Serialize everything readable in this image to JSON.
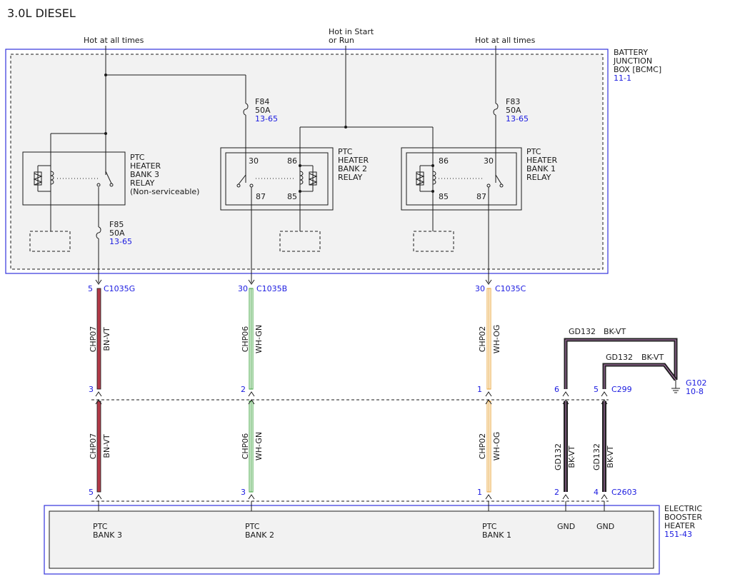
{
  "title": "3.0L DIESEL",
  "colors": {
    "frame": "#3333dd",
    "blue_text": "#1a1ae0",
    "box_fill": "#f2f2f2",
    "bn_vt": "#b23a48",
    "wh_gn": "#3aa13a",
    "wh_og": "#e8a030",
    "bk_vt": "#222222"
  },
  "power": {
    "left": "Hot at all times",
    "mid_line1": "Hot in Start",
    "mid_line2": "or Run",
    "right": "Hot at all times"
  },
  "bjb": {
    "line1": "BATTERY",
    "line2": "JUNCTION",
    "line3": "BOX [BCMC]",
    "ref": "11-1"
  },
  "fuses": {
    "f84": {
      "name": "F84",
      "amps": "50A",
      "ref": "13-65"
    },
    "f83": {
      "name": "F83",
      "amps": "50A",
      "ref": "13-65"
    },
    "f85": {
      "name": "F85",
      "amps": "50A",
      "ref": "13-65"
    }
  },
  "relays": {
    "bank3": {
      "l1": "PTC",
      "l2": "HEATER",
      "l3": "BANK 3",
      "l4": "RELAY",
      "l5": "(Non-serviceable)"
    },
    "bank2": {
      "l1": "PTC",
      "l2": "HEATER",
      "l3": "BANK 2",
      "l4": "RELAY",
      "p30": "30",
      "p86": "86",
      "p87": "87",
      "p85": "85"
    },
    "bank1": {
      "l1": "PTC",
      "l2": "HEATER",
      "l3": "BANK 1",
      "l4": "RELAY",
      "p86": "86",
      "p30": "30",
      "p85": "85",
      "p87": "87"
    }
  },
  "connectors": {
    "c1035g": {
      "pin": "5",
      "name": "C1035G"
    },
    "c1035b": {
      "pin": "30",
      "name": "C1035B"
    },
    "c1035c": {
      "pin": "30",
      "name": "C1035C"
    },
    "c299": {
      "pin3": "3",
      "pin2": "2",
      "pin1": "1",
      "pin6": "6",
      "pin5": "5",
      "name": "C299"
    },
    "c2603": {
      "pin5": "5",
      "pin3": "3",
      "pin1": "1",
      "pin2": "2",
      "pin4": "4",
      "name": "C2603"
    }
  },
  "wires": {
    "bank3": {
      "circuit": "CHP07",
      "color": "BN-VT"
    },
    "bank2": {
      "circuit": "CHP06",
      "color": "WH-GN"
    },
    "bank1": {
      "circuit": "CHP02",
      "color": "WH-OG"
    },
    "gnd_a": {
      "circuit": "GD132",
      "color": "BK-VT"
    },
    "gnd_b": {
      "circuit": "GD132",
      "color": "BK-VT"
    }
  },
  "ground": {
    "name": "G102",
    "ref": "10-8"
  },
  "heater": {
    "line1": "ELECTRIC",
    "line2": "BOOSTER",
    "line3": "HEATER",
    "ref": "151-43",
    "pins": [
      {
        "l1": "PTC",
        "l2": "BANK 3"
      },
      {
        "l1": "PTC",
        "l2": "BANK 2"
      },
      {
        "l1": "PTC",
        "l2": "BANK 1"
      },
      {
        "l1": "GND"
      },
      {
        "l1": "GND"
      }
    ]
  }
}
